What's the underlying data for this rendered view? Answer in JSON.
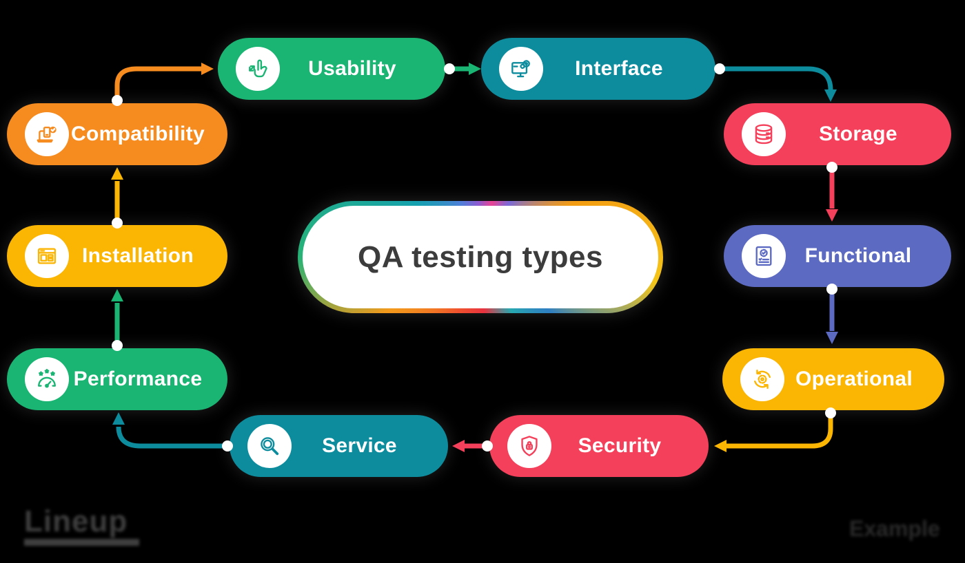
{
  "title": {
    "label": "QA testing types"
  },
  "colors": {
    "background": "#000000",
    "green": "#1ab473",
    "teal": "#0d8c9e",
    "red": "#f4405a",
    "blue": "#5c6ac2",
    "yellow": "#fbb503",
    "orange": "#f68b1f",
    "center_fill": "#ffffff",
    "center_text": "#3c3c3c",
    "node_text": "#ffffff"
  },
  "nodes": [
    {
      "id": "usability",
      "label": "Usability",
      "color": "#1ab473",
      "icon": "touch-gesture-icon"
    },
    {
      "id": "interface",
      "label": "Interface",
      "color": "#0d8c9e",
      "icon": "monitor-gears-icon"
    },
    {
      "id": "storage",
      "label": "Storage",
      "color": "#f4405a",
      "icon": "database-icon"
    },
    {
      "id": "functional",
      "label": "Functional",
      "color": "#5c6ac2",
      "icon": "document-gear-icon"
    },
    {
      "id": "operational",
      "label": "Operational",
      "color": "#fbb503",
      "icon": "gear-cycle-icon"
    },
    {
      "id": "security",
      "label": "Security",
      "color": "#f4405a",
      "icon": "shield-lock-icon"
    },
    {
      "id": "service",
      "label": "Service",
      "color": "#0d8c9e",
      "icon": "magnifier-icon"
    },
    {
      "id": "performance",
      "label": "Performance",
      "color": "#1ab473",
      "icon": "gauge-stars-icon"
    },
    {
      "id": "installation",
      "label": "Installation",
      "color": "#fbb503",
      "icon": "window-layout-icon"
    },
    {
      "id": "compatibility",
      "label": "Compatibility",
      "color": "#f68b1f",
      "icon": "devices-check-icon"
    }
  ],
  "connectors": [
    {
      "from": "usability",
      "to": "interface",
      "color": "#1ab473"
    },
    {
      "from": "interface",
      "to": "storage",
      "color": "#0d8c9e"
    },
    {
      "from": "storage",
      "to": "functional",
      "color": "#f4405a"
    },
    {
      "from": "functional",
      "to": "operational",
      "color": "#5c6ac2"
    },
    {
      "from": "operational",
      "to": "security",
      "color": "#fbb503"
    },
    {
      "from": "security",
      "to": "service",
      "color": "#f4405a"
    },
    {
      "from": "service",
      "to": "performance",
      "color": "#0d8c9e"
    },
    {
      "from": "performance",
      "to": "installation",
      "color": "#1ab473"
    },
    {
      "from": "installation",
      "to": "compatibility",
      "color": "#fbb503"
    },
    {
      "from": "compatibility",
      "to": "usability",
      "color": "#f68b1f"
    }
  ],
  "footer": {
    "brand_text": "Lineup",
    "right_text": "Example"
  }
}
